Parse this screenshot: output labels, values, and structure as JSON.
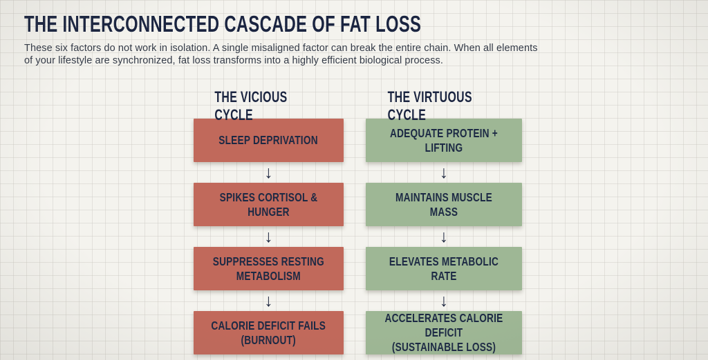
{
  "page": {
    "title": "THE INTERCONNECTED CASCADE OF FAT LOSS",
    "subtitle": "These six factors do not work in isolation. A single misaligned factor can break the entire chain. When all elements of your lifestyle are synchronized, fat loss transforms into a highly efficient biological process."
  },
  "icons": {
    "down_arrow": "↓"
  },
  "colors": {
    "background": "#f4f3ee",
    "grid_line": "#dddbd3",
    "heading_text": "#1a2440",
    "body_text": "#333a47",
    "vicious_box": "#c1695b",
    "virtuous_box": "#9eb795",
    "box_text": "#1c2944",
    "arrow": "#232c44"
  },
  "columns": [
    {
      "id": "vicious",
      "header": "THE VICIOUS CYCLE",
      "steps": [
        "SLEEP DEPRIVATION",
        "SPIKES CORTISOL & HUNGER",
        "SUPPRESSES RESTING\nMETABOLISM",
        "CALORIE DEFICIT FAILS\n(BURNOUT)"
      ]
    },
    {
      "id": "virtuous",
      "header": "THE VIRTUOUS CYCLE",
      "steps": [
        "ADEQUATE PROTEIN + LIFTING",
        "MAINTAINS MUSCLE MASS",
        "ELEVATES METABOLIC RATE",
        "ACCELERATES CALORIE DEFICIT\n(SUSTAINABLE LOSS)"
      ]
    }
  ]
}
